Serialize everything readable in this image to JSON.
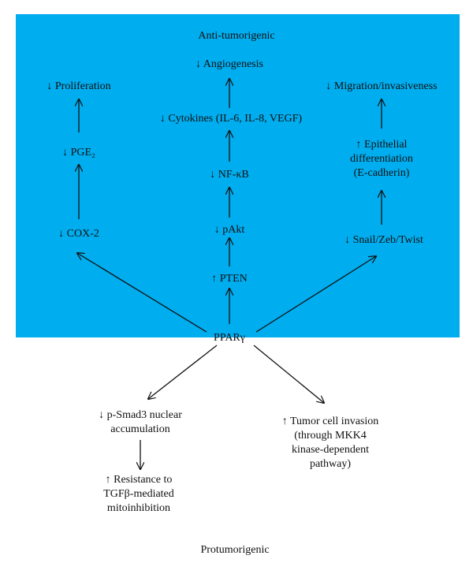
{
  "colors": {
    "panel_background": "#00adef",
    "arrow": "#111111",
    "text": "#111111",
    "page_background": "#ffffff"
  },
  "regions": {
    "anti": "Anti-tumorigenic",
    "pro": "Protumorigenic"
  },
  "nodes": {
    "ppar": "PPARγ",
    "proliferation": "↓ Proliferation",
    "pge2": "↓ PGE₂",
    "cox2": "↓ COX-2",
    "angiogenesis": "↓ Angiogenesis",
    "cytokines": "↓ Cytokines (IL-6, IL-8, VEGF)",
    "nfkb": "↓ NF-κB",
    "pakt": "↓ pAkt",
    "pten": "↑ PTEN",
    "migration": "↓ Migration/invasiveness",
    "epithelial": [
      "↑ Epithelial",
      "differentiation",
      "(E-cadherin)"
    ],
    "snail": "↓ Snail/Zeb/Twist",
    "psmad3": [
      "↓ p-Smad3 nuclear",
      "accumulation"
    ],
    "resistance": [
      "↑ Resistance to",
      "TGFβ-mediated",
      "mitoinhibition"
    ],
    "invasion": [
      "↑ Tumor cell invasion",
      "(through MKK4",
      "kinase-dependent",
      "pathway)"
    ]
  }
}
